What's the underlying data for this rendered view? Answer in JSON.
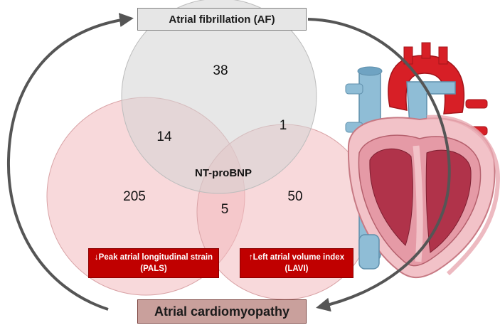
{
  "venn": {
    "center_label": "NT-proBNP",
    "counts": {
      "af_only": "38",
      "af_pals": "14",
      "af_lavi": "1",
      "pals_only": "205",
      "lavi_only": "50",
      "pals_lavi": "5"
    }
  },
  "boxes": {
    "top": "Atrial fibrillation (AF)",
    "bottom": "Atrial cardiomyopathy",
    "pals": "↓Peak atrial longitudinal strain (PALS)",
    "lavi": "↑Left atrial volume index (LAVI)"
  },
  "icons": {
    "heart": "heart-anatomy-icon",
    "arrows": "cycle-arrow-icon"
  },
  "colors": {
    "af_circle": "#d9d9d9",
    "pals_circle": "#f5c6c8",
    "lavi_circle": "#f5c6c8",
    "red_box": "#c00000",
    "bottom_box": "#c9a09c",
    "top_box": "#e6e6e6"
  }
}
